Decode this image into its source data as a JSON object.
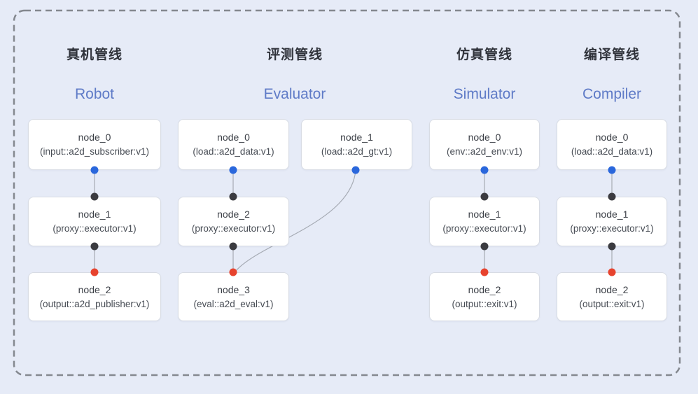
{
  "diagram": {
    "colors": {
      "background": "#E6EBF7",
      "dashed_border": "#84888F",
      "node_background": "#FFFFFF",
      "node_border": "#D8DCE4",
      "pipeline_title_text": "#30333B",
      "pipeline_name_text": "#5F7BC7",
      "node_text": "#3B3F46",
      "connector_line": "#A6ABB4",
      "port_dot_blue": "#2A67DC",
      "port_dot_black": "#3B3B40",
      "port_dot_red": "#E7432E"
    },
    "pipelines": [
      {
        "title": "真机管线",
        "name": "Robot",
        "nodes": [
          {
            "title": "node_0",
            "type": "(input::a2d_subscriber:v1)"
          },
          {
            "title": "node_1",
            "type": "(proxy::executor:v1)"
          },
          {
            "title": "node_2",
            "type": "(output::a2d_publisher:v1)"
          }
        ]
      },
      {
        "title": "评测管线",
        "name": "Evaluator",
        "nodes": [
          {
            "title": "node_0",
            "type": "(load::a2d_data:v1)"
          },
          {
            "title": "node_1",
            "type": "(load::a2d_gt:v1)"
          },
          {
            "title": "node_2",
            "type": "(proxy::executor:v1)"
          },
          {
            "title": "node_3",
            "type": "(eval::a2d_eval:v1)"
          }
        ]
      },
      {
        "title": "仿真管线",
        "name": "Simulator",
        "nodes": [
          {
            "title": "node_0",
            "type": "(env::a2d_env:v1)"
          },
          {
            "title": "node_1",
            "type": "(proxy::executor:v1)"
          },
          {
            "title": "node_2",
            "type": "(output::exit:v1)"
          }
        ]
      },
      {
        "title": "编译管线",
        "name": "Compiler",
        "nodes": [
          {
            "title": "node_0",
            "type": "(load::a2d_data:v1)"
          },
          {
            "title": "node_1",
            "type": "(proxy::executor:v1)"
          },
          {
            "title": "node_2",
            "type": "(output::exit:v1)"
          }
        ]
      }
    ]
  }
}
